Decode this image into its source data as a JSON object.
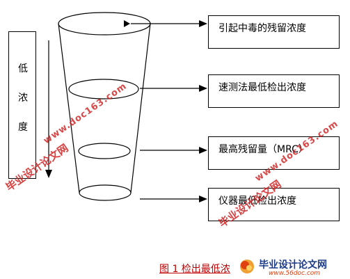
{
  "left_label": {
    "chars": [
      "低",
      "浓",
      "度"
    ]
  },
  "boxes": [
    {
      "text": "引起中毒的残留浓度"
    },
    {
      "text": "速测法最低检出浓度"
    },
    {
      "text": "最高残留量（MRC）"
    },
    {
      "text": "仪器最低检出浓度"
    }
  ],
  "caption": "图 1 检出最低浓",
  "watermarks": {
    "url": "www.doc163.com",
    "cn": "毕业设计论文网"
  },
  "logo": {
    "main": "毕业设计论文网",
    "sub": "www.56doc.com"
  },
  "colors": {
    "watermark": "#d02020",
    "caption": "#c00000",
    "logo_blue": "#1d3d8a"
  }
}
